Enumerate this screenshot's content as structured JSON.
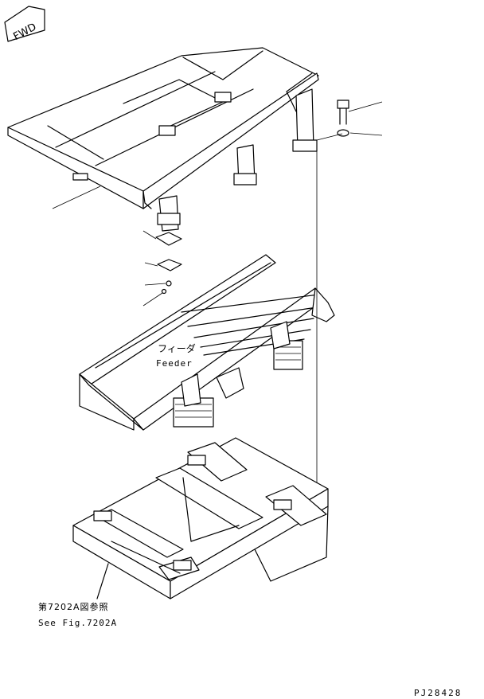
{
  "direction_marker": "FWD",
  "labels": {
    "feeder_jp": "フィーダ",
    "feeder_en": "Feeder",
    "ref_jp": "第7202A図参照",
    "ref_en": "See Fig.7202A"
  },
  "drawing_number": "PJ28428"
}
